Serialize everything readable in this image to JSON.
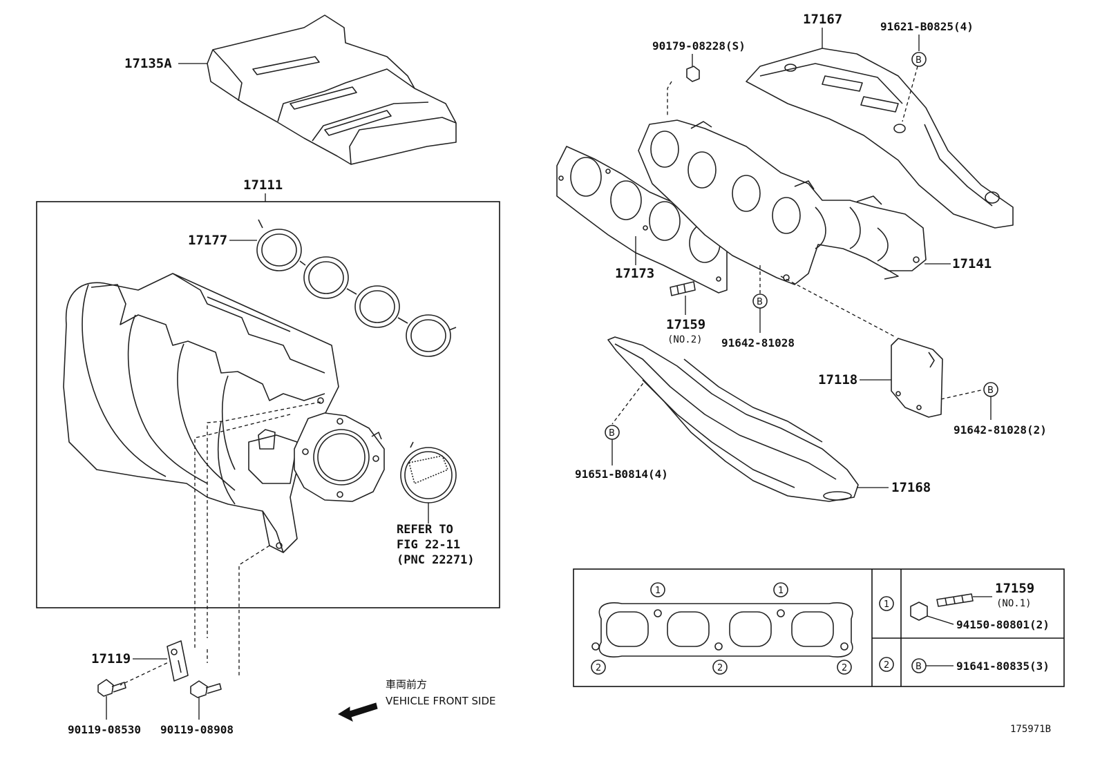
{
  "diagram_id": "175971B",
  "direction": {
    "cjk": "車両前方",
    "en": "VEHICLE FRONT SIDE"
  },
  "parts": {
    "p17135a": "17135A",
    "p17111": "17111",
    "p17177": "17177",
    "p17167": "17167",
    "p17173": "17173",
    "p17141": "17141",
    "p17159_no2": "17159",
    "p17159_no2_sub": "(NO.2)",
    "p17118": "17118",
    "p17168": "17168",
    "p17119": "17119",
    "f90179": "90179-08228(S)",
    "f91621": "91621-B0825(4)",
    "f91642a": "91642-81028",
    "f91642b": "91642-81028(2)",
    "f91651": "91651-B0814(4)",
    "f90119a": "90119-08530",
    "f90119b": "90119-08908"
  },
  "refer": {
    "line1": "REFER TO",
    "line2": "FIG 22-11",
    "line3": "(PNC 22271)"
  },
  "marks": {
    "one": "1",
    "two": "2",
    "b": "B"
  },
  "legend": {
    "stud": "17159",
    "stud_sub": "(NO.1)",
    "nut": "94150-80801(2)",
    "bolt": "91641-80835(3)"
  }
}
